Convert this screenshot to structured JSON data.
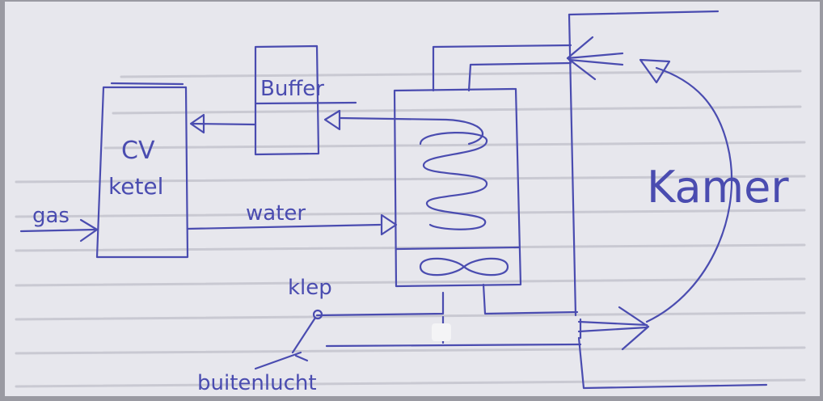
{
  "colors": {
    "paper": "#e7e7ed",
    "paper_edge": "#9a9aa2",
    "ink": "#4a4cb0",
    "print_through": "#c9c9d2",
    "tape": "#f4f4f6"
  },
  "labels": {
    "buffer": "Buffer",
    "cv_line1": "CV",
    "cv_line2": "ketel",
    "gas": "gas",
    "water": "water",
    "klep": "klep",
    "buitenlucht": "buitenlucht",
    "kamer": "Kamer"
  }
}
